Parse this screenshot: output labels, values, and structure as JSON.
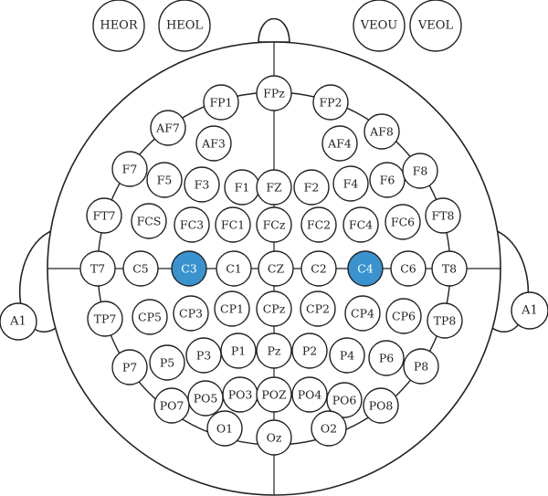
{
  "reference_channels": [
    {
      "id": "heor",
      "label": "HEOR"
    },
    {
      "id": "heol",
      "label": "HEOL"
    },
    {
      "id": "veou",
      "label": "VEOU"
    },
    {
      "id": "veol",
      "label": "VEOL"
    },
    {
      "id": "a1-left",
      "label": "A1"
    },
    {
      "id": "a1-right",
      "label": "A1"
    }
  ],
  "electrodes": [
    {
      "id": "fp1",
      "label": "FP1"
    },
    {
      "id": "fpz",
      "label": "FPz"
    },
    {
      "id": "fp2",
      "label": "FP2"
    },
    {
      "id": "af7",
      "label": "AF7"
    },
    {
      "id": "af3",
      "label": "AF3"
    },
    {
      "id": "af4",
      "label": "AF4"
    },
    {
      "id": "af8",
      "label": "AF8"
    },
    {
      "id": "f7",
      "label": "F7"
    },
    {
      "id": "f5",
      "label": "F5"
    },
    {
      "id": "f3",
      "label": "F3"
    },
    {
      "id": "f1",
      "label": "F1"
    },
    {
      "id": "fz",
      "label": "FZ"
    },
    {
      "id": "f2",
      "label": "F2"
    },
    {
      "id": "f4",
      "label": "F4"
    },
    {
      "id": "f6",
      "label": "F6"
    },
    {
      "id": "f8",
      "label": "F8"
    },
    {
      "id": "ft7",
      "label": "FT7"
    },
    {
      "id": "fc5",
      "label": "FCS"
    },
    {
      "id": "fc3",
      "label": "FC3"
    },
    {
      "id": "fc1",
      "label": "FC1"
    },
    {
      "id": "fcz",
      "label": "FCz"
    },
    {
      "id": "fc2",
      "label": "FC2"
    },
    {
      "id": "fc4",
      "label": "FC4"
    },
    {
      "id": "fc6",
      "label": "FC6"
    },
    {
      "id": "ft8",
      "label": "FT8"
    },
    {
      "id": "t7",
      "label": "T7"
    },
    {
      "id": "c5",
      "label": "C5"
    },
    {
      "id": "c3",
      "label": "C3",
      "highlighted": true
    },
    {
      "id": "c1",
      "label": "C1"
    },
    {
      "id": "cz",
      "label": "CZ"
    },
    {
      "id": "c2",
      "label": "C2"
    },
    {
      "id": "c4",
      "label": "C4",
      "highlighted": true
    },
    {
      "id": "c6",
      "label": "C6"
    },
    {
      "id": "t8",
      "label": "T8"
    },
    {
      "id": "tp7",
      "label": "TP7"
    },
    {
      "id": "cp5",
      "label": "CP5"
    },
    {
      "id": "cp3",
      "label": "CP3"
    },
    {
      "id": "cp1",
      "label": "CP1"
    },
    {
      "id": "cpz",
      "label": "CPz"
    },
    {
      "id": "cp2",
      "label": "CP2"
    },
    {
      "id": "cp4",
      "label": "CP4"
    },
    {
      "id": "cp6",
      "label": "CP6"
    },
    {
      "id": "tp8",
      "label": "TP8"
    },
    {
      "id": "p7",
      "label": "P7"
    },
    {
      "id": "p5",
      "label": "P5"
    },
    {
      "id": "p3",
      "label": "P3"
    },
    {
      "id": "p1",
      "label": "P1"
    },
    {
      "id": "pz",
      "label": "Pz"
    },
    {
      "id": "p2",
      "label": "P2"
    },
    {
      "id": "p4",
      "label": "P4"
    },
    {
      "id": "p6",
      "label": "P6"
    },
    {
      "id": "p8",
      "label": "P8"
    },
    {
      "id": "po7",
      "label": "PO7"
    },
    {
      "id": "po5",
      "label": "PO5"
    },
    {
      "id": "po3",
      "label": "PO3"
    },
    {
      "id": "poz",
      "label": "POZ"
    },
    {
      "id": "po4",
      "label": "PO4"
    },
    {
      "id": "po6",
      "label": "PO6"
    },
    {
      "id": "po8",
      "label": "PO8"
    },
    {
      "id": "o1",
      "label": "O1"
    },
    {
      "id": "oz",
      "label": "Oz"
    },
    {
      "id": "o2",
      "label": "O2"
    }
  ],
  "colors": {
    "highlight": "#3a93cf",
    "stroke": "#222222",
    "fill": "#ffffff"
  }
}
